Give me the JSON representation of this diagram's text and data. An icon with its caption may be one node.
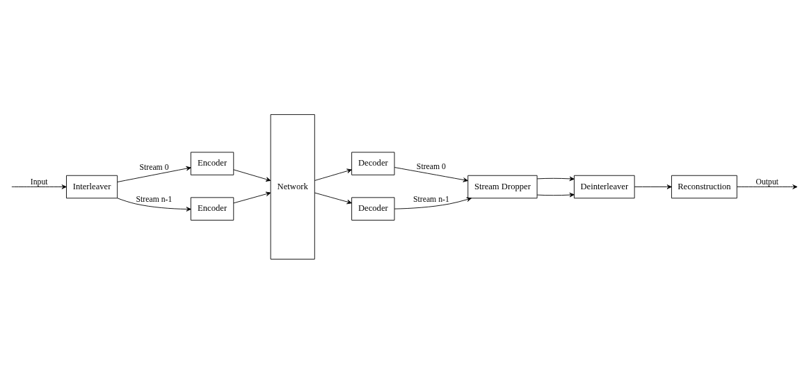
{
  "diagram": {
    "nodes": [
      {
        "text": [
          "Interleaver"
        ]
      },
      {
        "text": [
          "Encoder"
        ]
      },
      {
        "text": [
          "Encoder"
        ]
      },
      {
        "text": [
          "Network"
        ]
      },
      {
        "text": [
          "Decoder"
        ]
      },
      {
        "text": [
          "Decoder"
        ]
      },
      {
        "text": [
          "Stream Dropper"
        ]
      },
      {
        "text": [
          "Deinterleaver"
        ]
      },
      {
        "text": [
          "Reconstruction"
        ]
      }
    ],
    "edges": [
      {
        "from": null,
        "to": 0,
        "arrow": "to",
        "label": "Input"
      },
      {
        "from": 0,
        "to": 1,
        "arrow": "to",
        "label": "Stream 0"
      },
      {
        "from": 0,
        "to": 2,
        "arrow": "to",
        "label": "Stream n-1"
      },
      {
        "from": 1,
        "to": 3,
        "arrow": "to"
      },
      {
        "from": 2,
        "to": 3,
        "arrow": "to"
      },
      {
        "from": 3,
        "to": 4,
        "arrow": "to"
      },
      {
        "from": 3,
        "to": 5,
        "arrow": "to"
      },
      {
        "from": 4,
        "to": 6,
        "arrow": "to",
        "label": "Stream 0"
      },
      {
        "from": 5,
        "to": 6,
        "arrow": "to",
        "label": "Stream n-1"
      },
      {
        "from": 6,
        "to": 7,
        "arrow": "to"
      },
      {
        "from": 6,
        "to": 7,
        "arrow": "to"
      },
      {
        "from": 7,
        "to": 8,
        "arrow": "to"
      },
      {
        "from": 8,
        "to": null,
        "arrow": "to",
        "label": "Output"
      }
    ]
  }
}
